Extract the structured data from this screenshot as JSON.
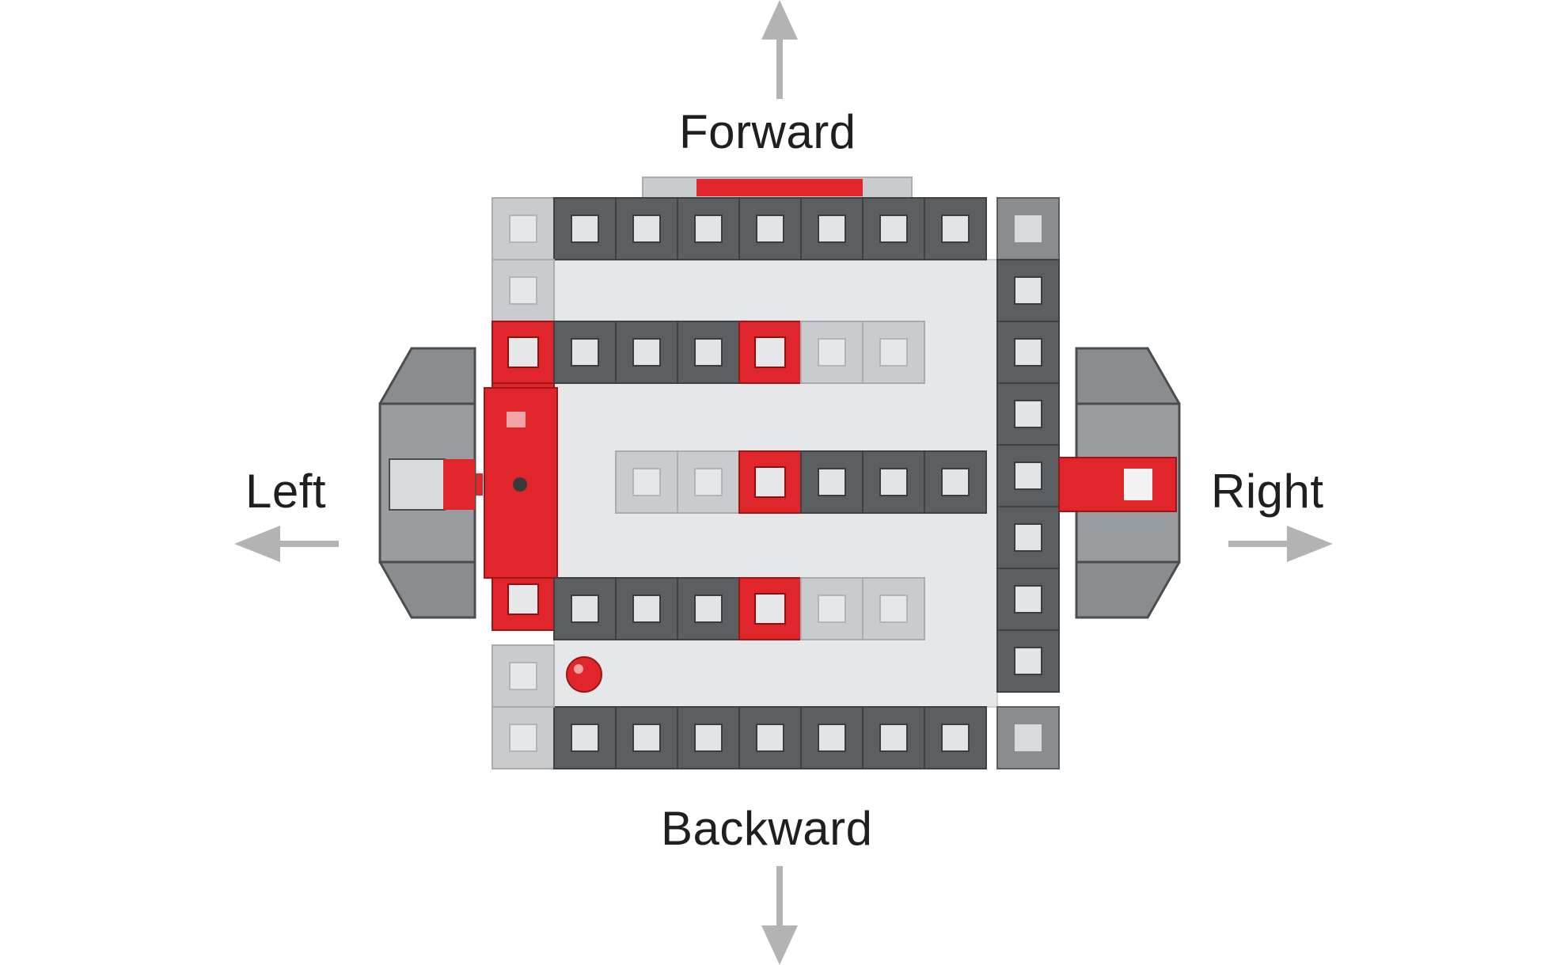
{
  "directions": {
    "forward": "Forward",
    "backward": "Backward",
    "left": "Left",
    "right": "Right"
  },
  "colors": {
    "arrow": "#b3b3b3",
    "dark_block": "#5c5f61",
    "light_block": "#c9cbcc",
    "red_block": "#e0262b",
    "floor": "#e6e7e8",
    "label": "#1f1f1f"
  },
  "icons": [
    "arrow-up-icon",
    "arrow-down-icon",
    "arrow-left-icon",
    "arrow-right-icon",
    "wheel-icon",
    "ball-caster-icon"
  ]
}
